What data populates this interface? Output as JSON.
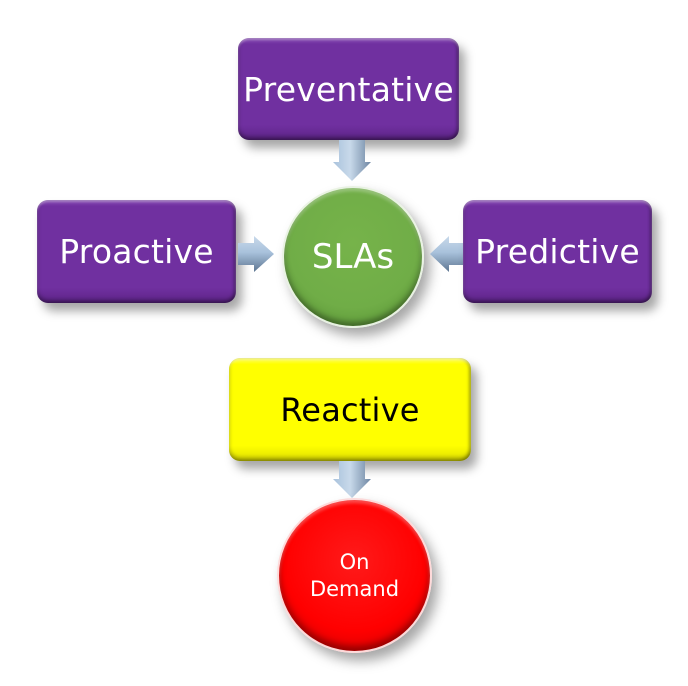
{
  "diagram": {
    "title": "",
    "nodes": {
      "preventative": {
        "label": "Preventative",
        "shape": "rounded-rectangle",
        "color": "#7030a0"
      },
      "proactive": {
        "label": "Proactive",
        "shape": "rounded-rectangle",
        "color": "#7030a0"
      },
      "predictive": {
        "label": "Predictive",
        "shape": "rounded-rectangle",
        "color": "#7030a0"
      },
      "slas": {
        "label": "SLAs",
        "shape": "circle",
        "color": "#70ad47"
      },
      "reactive": {
        "label": "Reactive",
        "shape": "rounded-rectangle",
        "color": "#ffff00"
      },
      "on_demand": {
        "label_line1": "On",
        "label_line2": "Demand",
        "shape": "circle",
        "color": "#ff0000"
      }
    },
    "edges": [
      {
        "from": "Preventative",
        "to": "SLAs",
        "direction": "down"
      },
      {
        "from": "Proactive",
        "to": "SLAs",
        "direction": "right"
      },
      {
        "from": "Predictive",
        "to": "SLAs",
        "direction": "left"
      },
      {
        "from": "Reactive",
        "to": "On Demand",
        "direction": "down"
      }
    ],
    "arrow_color": "#8eaacb"
  }
}
